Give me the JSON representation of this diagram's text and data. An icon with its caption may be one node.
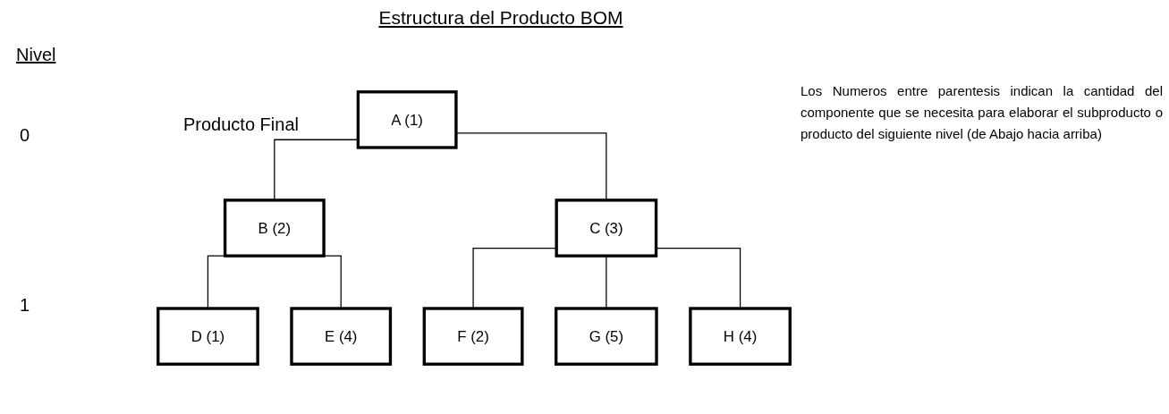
{
  "diagram": {
    "title": "Estructura del Producto BOM",
    "nodes": [
      {
        "text": [
          "A (1)"
        ]
      },
      {
        "text": [
          "B (2)"
        ]
      },
      {
        "text": [
          "C (3)"
        ]
      },
      {
        "text": [
          "D (1)"
        ]
      },
      {
        "text": [
          "E (4)"
        ]
      },
      {
        "text": [
          "F (2)"
        ]
      },
      {
        "text": [
          "G (5)"
        ]
      },
      {
        "text": [
          "H (4)"
        ]
      }
    ],
    "edges": [
      {
        "from": 0,
        "to": 1,
        "arrow": "none"
      },
      {
        "from": 0,
        "to": 2,
        "arrow": "none"
      },
      {
        "from": 1,
        "to": 3,
        "arrow": "none"
      },
      {
        "from": 1,
        "to": 4,
        "arrow": "none"
      },
      {
        "from": 2,
        "to": 5,
        "arrow": "none"
      },
      {
        "from": 2,
        "to": 6,
        "arrow": "none"
      },
      {
        "from": 2,
        "to": 7,
        "arrow": "none"
      }
    ],
    "labels": [
      "Nivel",
      "0",
      "Producto Final",
      "Los Numeros entre parentesis indican la cantidad del componente que se necesita para elaborar el subproducto o producto del siguiente nivel (de Abajo hacia arriba)",
      "1"
    ]
  }
}
